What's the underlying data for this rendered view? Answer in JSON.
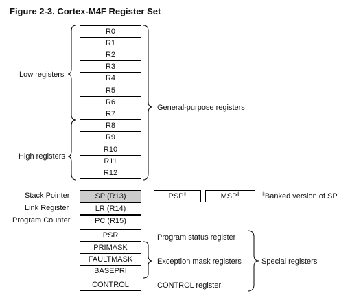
{
  "title": "Figure 2-3. Cortex-M4F Register Set",
  "general_registers": [
    "R0",
    "R1",
    "R2",
    "R3",
    "R4",
    "R5",
    "R6",
    "R7",
    "R8",
    "R9",
    "R10",
    "R11",
    "R12"
  ],
  "group_labels": {
    "low": "Low registers",
    "high": "High registers",
    "general": "General-purpose registers",
    "special": "Special registers"
  },
  "core_registers": {
    "sp": {
      "label": "Stack Pointer",
      "name": "SP (R13)"
    },
    "lr": {
      "label": "Link Register",
      "name": "LR (R14)"
    },
    "pc": {
      "label": "Program Counter",
      "name": "PC (R15)"
    }
  },
  "banked": {
    "psp": "PSP",
    "msp": "MSP",
    "mark": "‡",
    "note": "Banked version of SP"
  },
  "special_registers": [
    "PSR",
    "PRIMASK",
    "FAULTMASK",
    "BASEPRI",
    "CONTROL"
  ],
  "special_labels": {
    "psr": "Program status register",
    "mask": "Exception mask registers",
    "control": "CONTROL register"
  }
}
